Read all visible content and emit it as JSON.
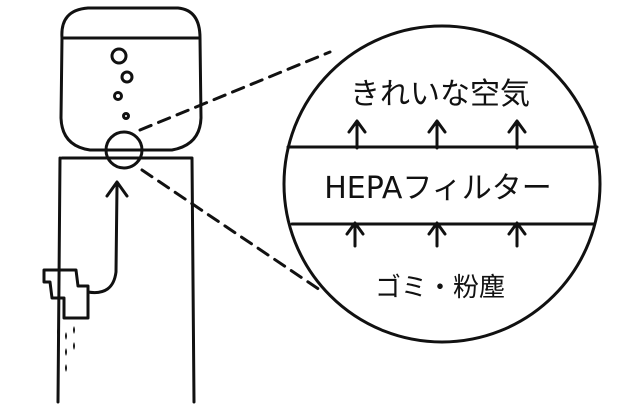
{
  "labels": {
    "clean_air": "きれいな空気",
    "filter": "HEPAフィルター",
    "dust": "ゴミ・粉塵"
  },
  "colors": {
    "ink": "#111111",
    "background": "#ffffff"
  }
}
